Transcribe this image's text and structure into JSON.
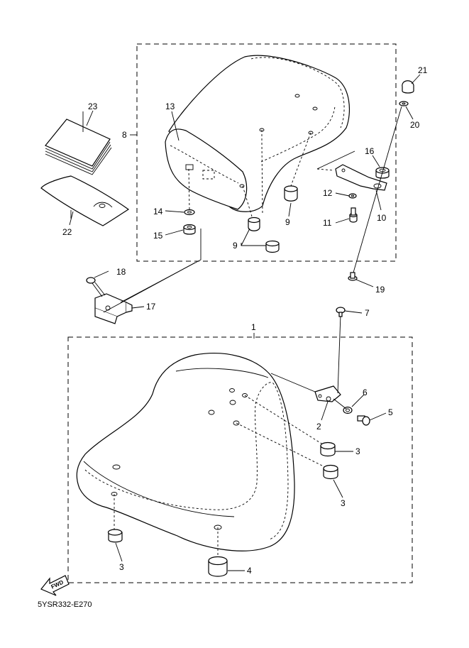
{
  "diagram": {
    "code": "5YSR332-E270",
    "fwd_label": "FWD"
  },
  "callouts": {
    "n1": "1",
    "n2": "2",
    "n3": "3",
    "n4": "4",
    "n5": "5",
    "n6": "6",
    "n7": "7",
    "n8": "8",
    "n9": "9",
    "n10": "10",
    "n11": "11",
    "n12": "12",
    "n13": "13",
    "n14": "14",
    "n15": "15",
    "n16": "16",
    "n17": "17",
    "n18": "18",
    "n19": "19",
    "n20": "20",
    "n21": "21",
    "n22": "22",
    "n23": "23"
  }
}
